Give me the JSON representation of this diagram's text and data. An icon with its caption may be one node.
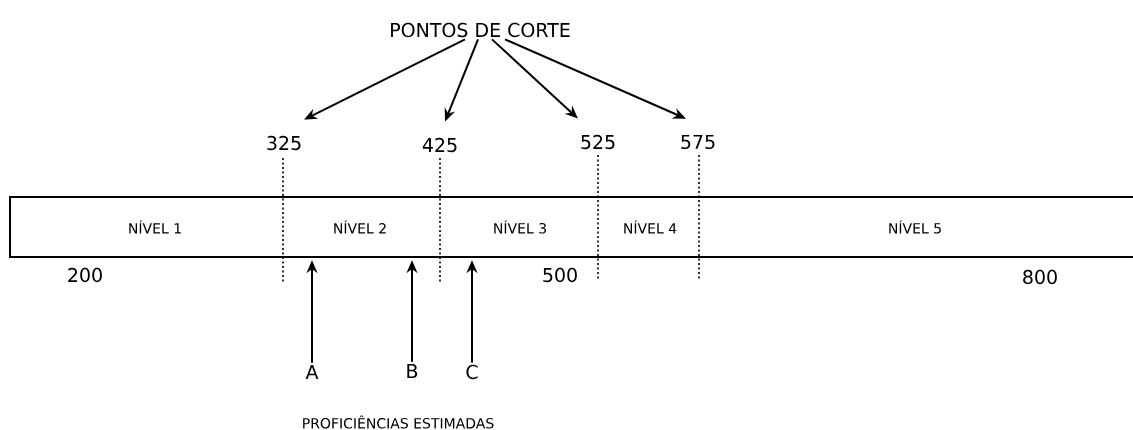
{
  "diagram": {
    "nodes": [
      {
        "text": [
          "PONTOS DE CORTE"
        ]
      },
      {
        "text": [
          "325"
        ]
      },
      {
        "text": [
          "425"
        ]
      },
      {
        "text": [
          "525"
        ]
      },
      {
        "text": [
          "575"
        ]
      },
      {
        "text": [
          "NÍVEL 1"
        ]
      },
      {
        "text": [
          "NÍVEL 2"
        ]
      },
      {
        "text": [
          "NÍVEL 3"
        ]
      },
      {
        "text": [
          "NÍVEL 4"
        ]
      },
      {
        "text": [
          "NÍVEL 5"
        ]
      },
      {
        "text": [
          "A"
        ]
      },
      {
        "text": [
          "B"
        ]
      },
      {
        "text": [
          "C"
        ]
      }
    ],
    "edges": [
      {
        "from": 0,
        "to": 1,
        "arrow": "to"
      },
      {
        "from": 0,
        "to": 2,
        "arrow": "to"
      },
      {
        "from": 0,
        "to": 3,
        "arrow": "to"
      },
      {
        "from": 0,
        "to": 4,
        "arrow": "to"
      },
      {
        "from": 10,
        "to": 6,
        "arrow": "to"
      },
      {
        "from": 11,
        "to": 6,
        "arrow": "to"
      },
      {
        "from": 12,
        "to": 7,
        "arrow": "to"
      }
    ],
    "labels": [
      "200",
      "500",
      "800",
      "PROFICIÊNCIAS ESTIMADAS"
    ]
  }
}
